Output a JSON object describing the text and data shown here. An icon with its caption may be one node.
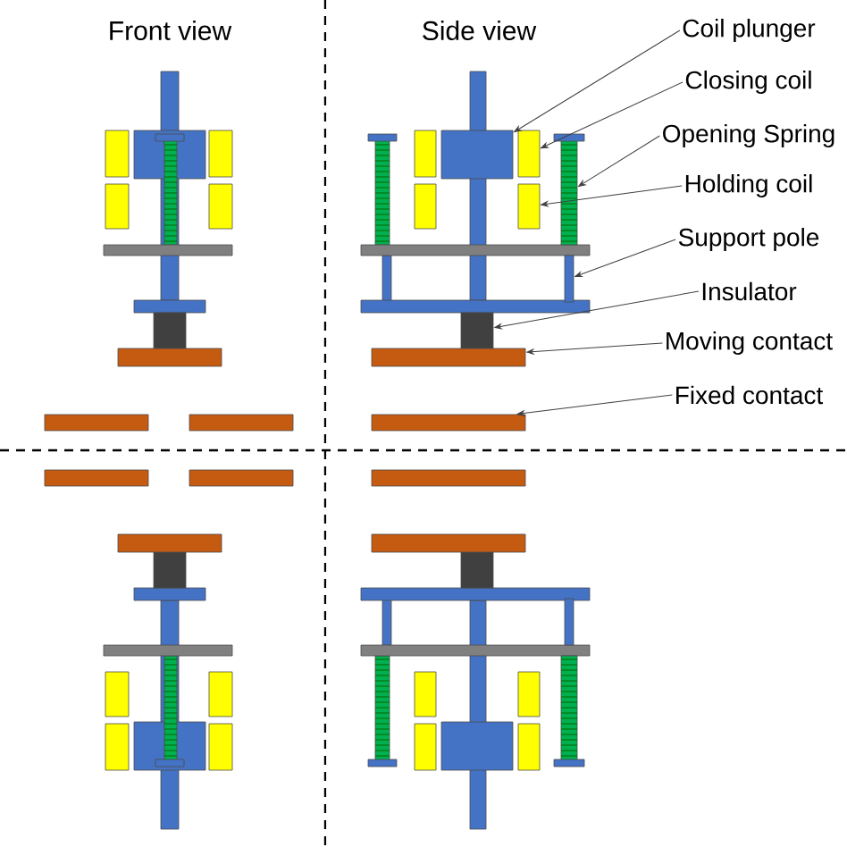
{
  "diagram": {
    "nodes": [
      {
        "text": [
          "Coil plunger"
        ]
      },
      {
        "text": [
          "Closing coil"
        ]
      },
      {
        "text": [
          "Opening Spring"
        ]
      },
      {
        "text": [
          "Holding coil"
        ]
      },
      {
        "text": [
          "Support pole"
        ]
      },
      {
        "text": [
          "Insulator"
        ]
      },
      {
        "text": [
          "Moving contact"
        ]
      },
      {
        "text": [
          "Fixed contact"
        ]
      },
      {
        "text": [],
        "shape": "box"
      },
      {
        "text": [],
        "shape": "box"
      },
      {
        "text": [],
        "shape": "box"
      },
      {
        "text": [],
        "shape": "box"
      },
      {
        "text": [],
        "shape": "box"
      },
      {
        "text": [],
        "shape": "box"
      },
      {
        "text": [],
        "shape": "box"
      },
      {
        "text": [],
        "shape": "box"
      }
    ],
    "edges": [
      {
        "from": 0,
        "to": 8,
        "arrow": "to"
      },
      {
        "from": 1,
        "to": 9,
        "arrow": "to"
      },
      {
        "from": 2,
        "to": 10,
        "arrow": "to"
      },
      {
        "from": 3,
        "to": 11,
        "arrow": "to"
      },
      {
        "from": 4,
        "to": 12,
        "arrow": "to"
      },
      {
        "from": 5,
        "to": 13,
        "arrow": "to"
      },
      {
        "from": 6,
        "to": 14,
        "arrow": "to"
      },
      {
        "from": 7,
        "to": 15,
        "arrow": "to"
      }
    ],
    "labels": [
      "Front view",
      "Side view"
    ]
  }
}
